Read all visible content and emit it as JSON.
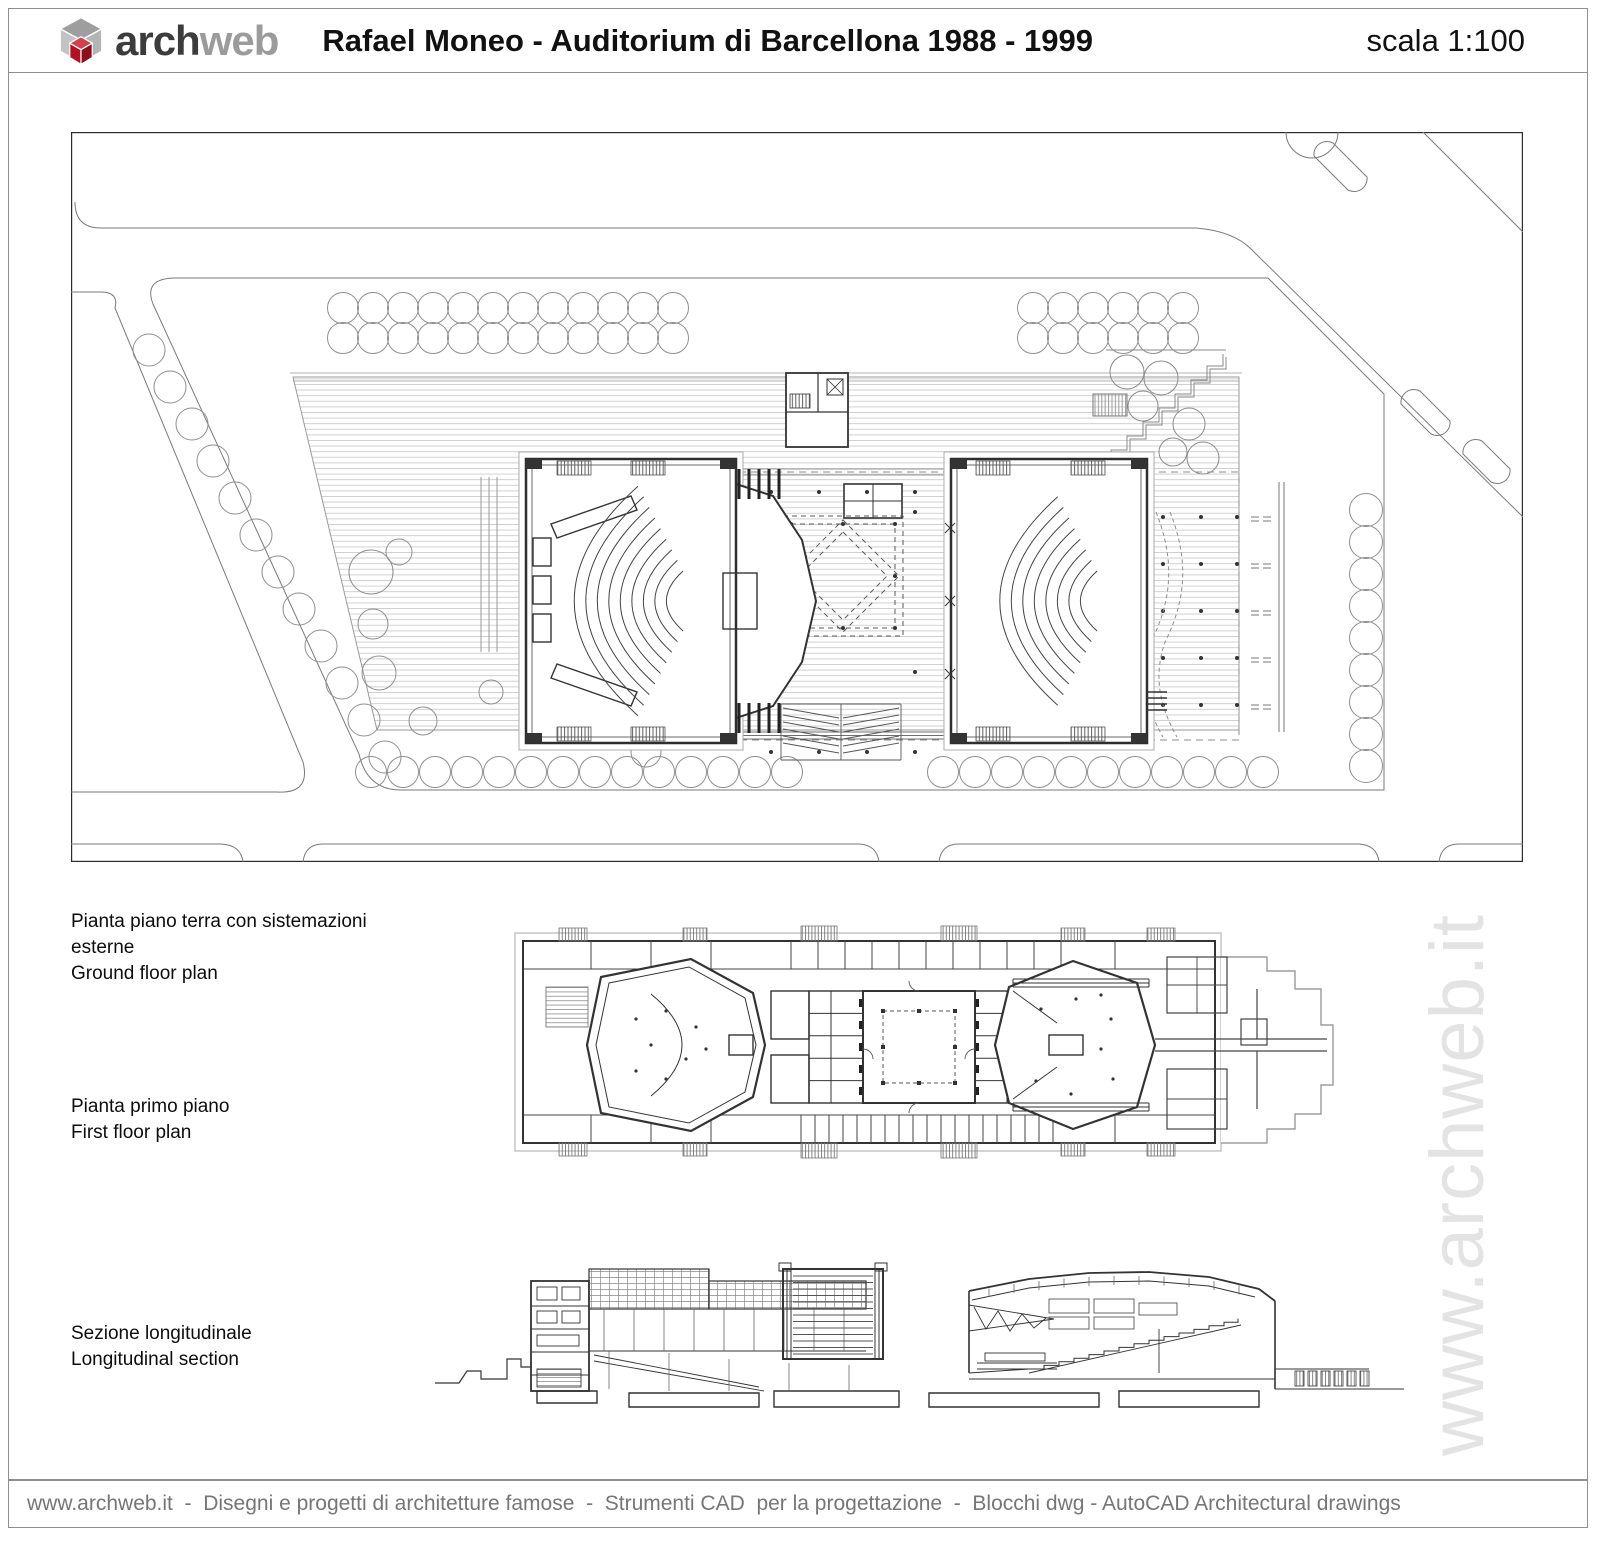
{
  "header": {
    "logo_primary": "arch",
    "logo_secondary": "web",
    "title": "Rafael Moneo - Auditorium di Barcellona 1988 - 1999",
    "scale_label": "scala 1:100"
  },
  "labels": {
    "ground_floor_it_line1": "Pianta piano terra con sistemazioni",
    "ground_floor_it_line2": "esterne",
    "ground_floor_en": "Ground floor plan",
    "first_floor_it": "Pianta primo piano",
    "first_floor_en": "First floor plan",
    "section_it": "Sezione longitudinale",
    "section_en": "Longitudinal section"
  },
  "watermark": "www.archweb.it",
  "footer": {
    "text": "www.archweb.it  -  Disegni e progetti di architetture famose  -  Strumenti CAD  per la progettazione  -  Blocchi dwg - AutoCAD Architectural drawings"
  },
  "colors": {
    "accent_red": "#b11226",
    "logo_gray": "#9b9b9b",
    "line_dark": "#333333"
  }
}
